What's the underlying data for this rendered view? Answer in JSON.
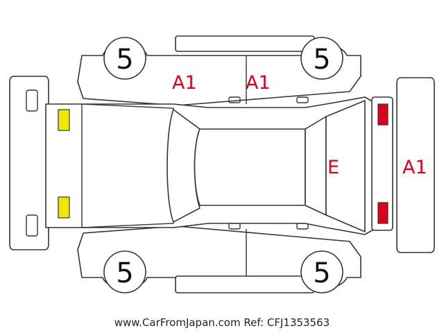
{
  "wheels": {
    "front_left": "5",
    "rear_left": "5",
    "front_right": "5",
    "rear_right": "5"
  },
  "damage_codes": {
    "left_front_door": "A1",
    "left_rear_door": "A1",
    "rear_glass": "E",
    "rear_bumper": "A1"
  },
  "marker_colors": {
    "front_lights": "#f2e600",
    "rear_lights": "#e0001b"
  },
  "caption": "www.CarFromJapan.com Ref: CFJ1353563"
}
